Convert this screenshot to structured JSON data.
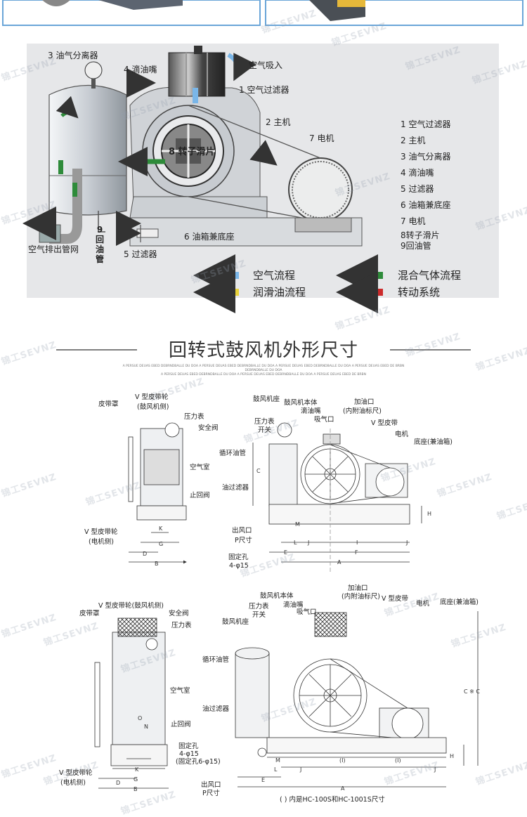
{
  "watermark": "锦工SEVNZ",
  "schematic": {
    "labels": {
      "oil_separator": "3 油气分离器",
      "oil_nozzle": "4 滴油嘴",
      "air_intake": "空气吸入",
      "air_filter": "1 空气过滤器",
      "main_unit": "2 主机",
      "motor": "7 电机",
      "rotor": "8 转子滑片",
      "oil_tank": "6 油箱兼底座",
      "filter": "5 过滤器",
      "exhaust": "空气排出管网",
      "return_pipe": "9回油管"
    },
    "parts_list": [
      "1 空气过滤器",
      "2 主机",
      "3 油气分离器",
      "4 滴油嘴",
      "5 过滤器",
      "6 油箱兼底座",
      "7 电机",
      "8转子滑片",
      "9回油管"
    ],
    "legend": {
      "air_flow": "空气流程",
      "mixed_flow": "混合气体流程",
      "lube_flow": "润滑油流程",
      "drive": "转动系统"
    },
    "colors": {
      "air": "#7ab6e8",
      "mixed": "#2e8b3a",
      "lube": "#e8d23a",
      "drive": "#cc2b2b"
    }
  },
  "section": {
    "title": "回转式鼓风机外形尺寸",
    "subtitle_lines": [
      "A PERSUE DEUAS EBED DEBRNDBALLE DU DOA A PERSUE DEUAS EBED DEBRNDBALLE DU DOA A PERSUE DEUAS EBED DEBRNDBALLE DU DOA A PERSUE DEUAS EBED DE BRBN",
      "DEBRNDBALLE DU DOA",
      "A PERSUE DEUAS EBED DEBRNDBALLE DU DOA A PERSUE DEUAS EBED DEBRNDBALLE DU DOA A PERSUE DEUAS EBED DE BRBN"
    ]
  },
  "drawing1": {
    "left": {
      "belt_cover": "皮带罩",
      "v_pulley_top_1": "V 型皮带轮",
      "v_pulley_top_2": "(鼓风机侧)",
      "pressure_gauge": "压力表",
      "safety_valve": "安全阀",
      "air_chamber": "空气室",
      "check_valve": "止回阀",
      "v_pulley_bottom_1": "V 型皮带轮",
      "v_pulley_bottom_2": "(电机侧)"
    },
    "right": {
      "blower_seat": "鼓风机座",
      "blower_body": "鼓风机本体",
      "oil_nozzle": "滴油嘴",
      "intake": "吸气口",
      "oil_inlet_1": "加油口",
      "oil_inlet_2": "(内附油标尺)",
      "gauge_1": "压力表",
      "gauge_2": "开关",
      "v_belt": "V 型皮带",
      "motor": "电机",
      "base": "底座(兼油箱)",
      "oil_pipe": "循环油管",
      "oil_filter": "油过滤器",
      "outlet_1": "出风口",
      "outlet_2": "P尺寸",
      "fix_hole_1": "固定孔",
      "fix_hole_2": "4-φ15"
    },
    "dims": {
      "K": "K",
      "G": "G",
      "D": "D",
      "B": "B",
      "C": "C",
      "H": "H",
      "L": "L",
      "J": "J",
      "I": "I",
      "E": "E",
      "F": "F",
      "A": "A",
      "M": "M"
    }
  },
  "drawing2": {
    "left": {
      "v_pulley_top": "V 型皮带轮(鼓风机侧)",
      "belt_cover": "皮带罩",
      "safety_valve": "安全阀",
      "pressure_gauge": "压力表",
      "air_chamber": "空气室",
      "check_valve": "止回阀",
      "fix_hole_1": "固定孔",
      "fix_hole_2": "4-φ15",
      "fix_hole_3": "(固定孔6-φ15)",
      "v_pulley_bottom_1": "V 型皮带轮",
      "v_pulley_bottom_2": "(电机侧)",
      "O": "O",
      "N": "N"
    },
    "right": {
      "blower_body": "鼓风机本体",
      "oil_inlet_1": "加油口",
      "oil_inlet_2": "(内附油标尺)",
      "gauge_1": "压力表",
      "gauge_2": "开关",
      "oil_nozzle": "滴油嘴",
      "intake": "吸气口",
      "v_belt": "V 型皮带",
      "motor": "电机",
      "base": "底座(兼油箱)",
      "blower_seat": "鼓风机座",
      "oil_pipe": "循环油管",
      "oil_filter": "油过滤器",
      "outlet_1": "出风口",
      "outlet_2": "P尺寸",
      "cc": "C ※ C"
    },
    "dims": {
      "K": "K",
      "G": "G",
      "D": "D",
      "B": "B",
      "H": "H",
      "L": "L",
      "J": "J",
      "I1": "(I)",
      "I2": "(I)",
      "E": "E",
      "A": "A",
      "M": "M",
      "J2": "J"
    },
    "footnote": "( ) 内是HC-100S和HC-1001S尺寸"
  }
}
